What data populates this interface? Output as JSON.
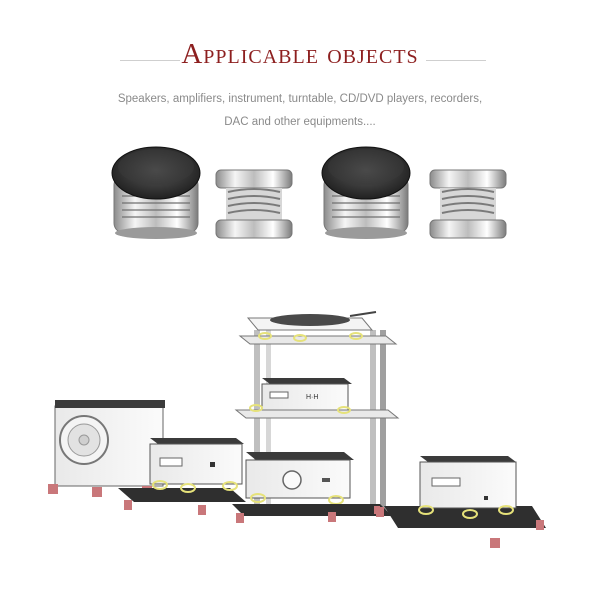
{
  "header": {
    "title": "Applicable objects",
    "description": "Speakers, amplifiers, instrument, turntable, CD/DVD players, recorders, DAC and other equipments...."
  },
  "products": [
    "spike-with-cap",
    "spring-isolator",
    "spike-with-cap",
    "spring-isolator"
  ],
  "colors": {
    "title": "#8d1f1f",
    "equipment_body": "#f1f1f1",
    "equipment_top": "#3b3b3b",
    "isolator_highlight": "#e6e27a",
    "feet": "#c9777a"
  }
}
